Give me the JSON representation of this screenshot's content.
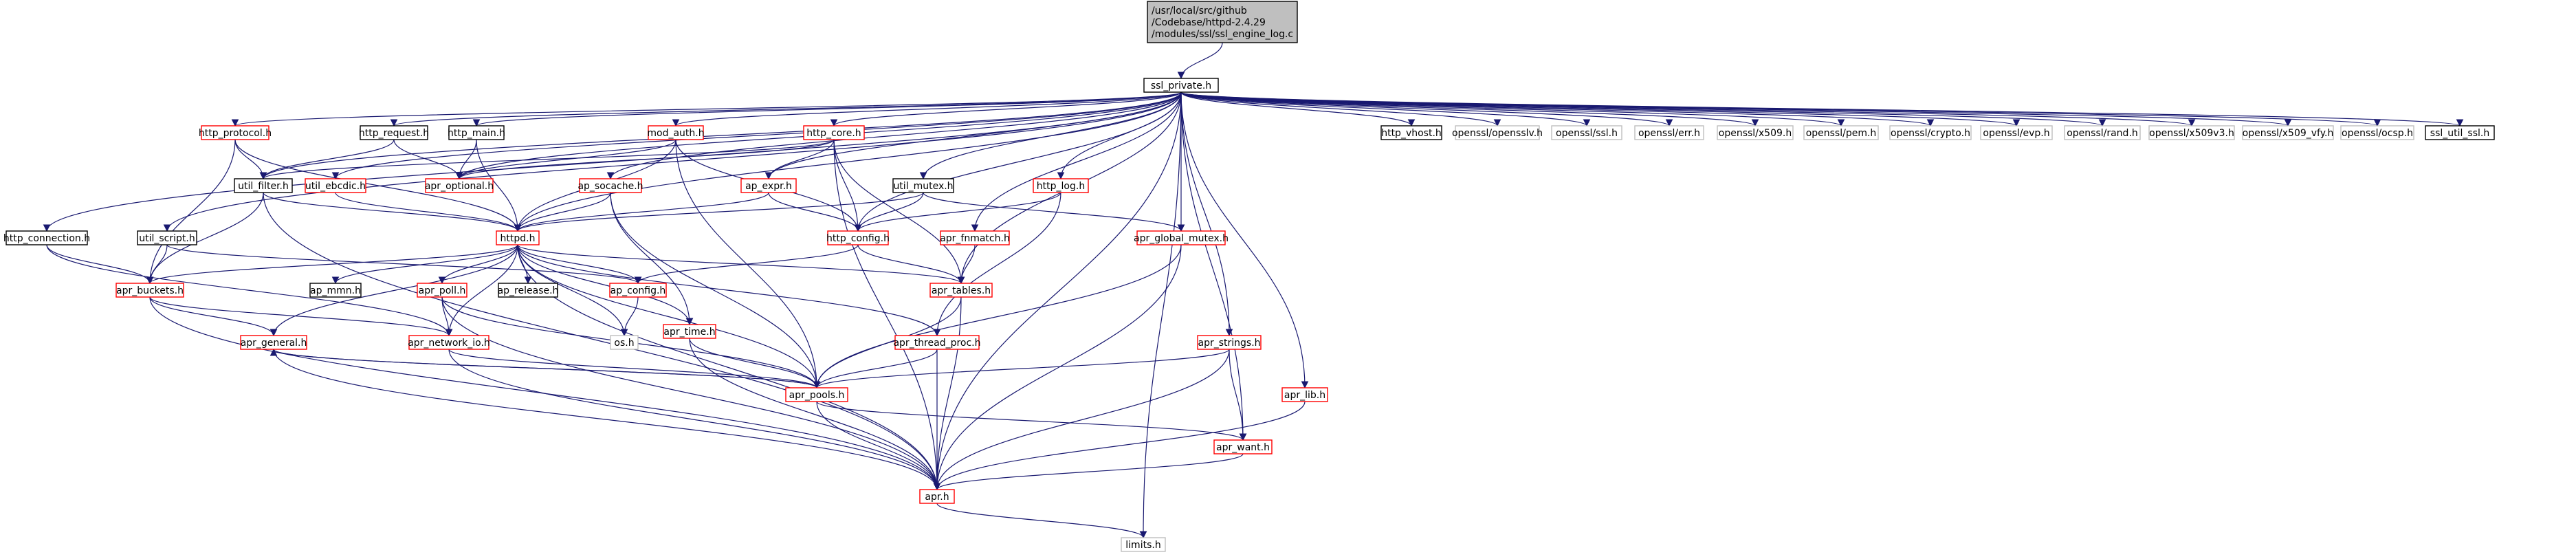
{
  "diagram": {
    "nodes": [
      {
        "id": "root",
        "lines": [
          "/usr/local/src/github",
          "/Codebase/httpd-2.4.29",
          "/modules/ssl/ssl_engine_log.c"
        ],
        "style": "root"
      },
      {
        "id": "ssl_private",
        "lines": [
          "ssl_private.h"
        ],
        "style": "black"
      },
      {
        "id": "http_protocol",
        "lines": [
          "http_protocol.h"
        ],
        "style": "red"
      },
      {
        "id": "http_request",
        "lines": [
          "http_request.h"
        ],
        "style": "black"
      },
      {
        "id": "http_main",
        "lines": [
          "http_main.h"
        ],
        "style": "black"
      },
      {
        "id": "mod_auth",
        "lines": [
          "mod_auth.h"
        ],
        "style": "red"
      },
      {
        "id": "http_core",
        "lines": [
          "http_core.h"
        ],
        "style": "red"
      },
      {
        "id": "http_vhost",
        "lines": [
          "http_vhost.h"
        ],
        "style": "black"
      },
      {
        "id": "opensslv",
        "lines": [
          "openssl/opensslv.h"
        ],
        "style": "grey"
      },
      {
        "id": "ossl_ssl",
        "lines": [
          "openssl/ssl.h"
        ],
        "style": "grey"
      },
      {
        "id": "ossl_err",
        "lines": [
          "openssl/err.h"
        ],
        "style": "grey"
      },
      {
        "id": "ossl_x509",
        "lines": [
          "openssl/x509.h"
        ],
        "style": "grey"
      },
      {
        "id": "ossl_pem",
        "lines": [
          "openssl/pem.h"
        ],
        "style": "grey"
      },
      {
        "id": "ossl_crypto",
        "lines": [
          "openssl/crypto.h"
        ],
        "style": "grey"
      },
      {
        "id": "ossl_evp",
        "lines": [
          "openssl/evp.h"
        ],
        "style": "grey"
      },
      {
        "id": "ossl_rand",
        "lines": [
          "openssl/rand.h"
        ],
        "style": "grey"
      },
      {
        "id": "ossl_x509v3",
        "lines": [
          "openssl/x509v3.h"
        ],
        "style": "grey"
      },
      {
        "id": "ossl_x509_vfy",
        "lines": [
          "openssl/x509_vfy.h"
        ],
        "style": "grey"
      },
      {
        "id": "ossl_ocsp",
        "lines": [
          "openssl/ocsp.h"
        ],
        "style": "grey"
      },
      {
        "id": "ssl_util_ssl",
        "lines": [
          "ssl_util_ssl.h"
        ],
        "style": "black"
      },
      {
        "id": "util_filter",
        "lines": [
          "util_filter.h"
        ],
        "style": "black"
      },
      {
        "id": "util_ebcdic",
        "lines": [
          "util_ebcdic.h"
        ],
        "style": "red"
      },
      {
        "id": "apr_optional",
        "lines": [
          "apr_optional.h"
        ],
        "style": "red"
      },
      {
        "id": "ap_expr",
        "lines": [
          "ap_expr.h"
        ],
        "style": "red"
      },
      {
        "id": "util_mutex",
        "lines": [
          "util_mutex.h"
        ],
        "style": "black"
      },
      {
        "id": "http_log",
        "lines": [
          "http_log.h"
        ],
        "style": "red"
      },
      {
        "id": "ap_socache",
        "lines": [
          "ap_socache.h"
        ],
        "style": "red"
      },
      {
        "id": "httpd",
        "lines": [
          "httpd.h"
        ],
        "style": "red"
      },
      {
        "id": "http_config",
        "lines": [
          "http_config.h"
        ],
        "style": "red"
      },
      {
        "id": "apr_fnmatch",
        "lines": [
          "apr_fnmatch.h"
        ],
        "style": "red"
      },
      {
        "id": "apr_global_mutex",
        "lines": [
          "apr_global_mutex.h"
        ],
        "style": "red"
      },
      {
        "id": "http_connection",
        "lines": [
          "http_connection.h"
        ],
        "style": "black"
      },
      {
        "id": "util_script",
        "lines": [
          "util_script.h"
        ],
        "style": "black"
      },
      {
        "id": "apr_buckets",
        "lines": [
          "apr_buckets.h"
        ],
        "style": "red"
      },
      {
        "id": "ap_mmn",
        "lines": [
          "ap_mmn.h"
        ],
        "style": "black"
      },
      {
        "id": "ap_release",
        "lines": [
          "ap_release.h"
        ],
        "style": "black"
      },
      {
        "id": "apr_poll",
        "lines": [
          "apr_poll.h"
        ],
        "style": "red"
      },
      {
        "id": "ap_config",
        "lines": [
          "ap_config.h"
        ],
        "style": "red"
      },
      {
        "id": "apr_tables",
        "lines": [
          "apr_tables.h"
        ],
        "style": "red"
      },
      {
        "id": "apr_general",
        "lines": [
          "apr_general.h"
        ],
        "style": "red"
      },
      {
        "id": "apr_network_io",
        "lines": [
          "apr_network_io.h"
        ],
        "style": "red"
      },
      {
        "id": "os",
        "lines": [
          "os.h"
        ],
        "style": "grey"
      },
      {
        "id": "apr_time",
        "lines": [
          "apr_time.h"
        ],
        "style": "red"
      },
      {
        "id": "apr_thread_proc",
        "lines": [
          "apr_thread_proc.h"
        ],
        "style": "red"
      },
      {
        "id": "apr_strings",
        "lines": [
          "apr_strings.h"
        ],
        "style": "red"
      },
      {
        "id": "apr_pools",
        "lines": [
          "apr_pools.h"
        ],
        "style": "red"
      },
      {
        "id": "apr_lib",
        "lines": [
          "apr_lib.h"
        ],
        "style": "red"
      },
      {
        "id": "apr_want",
        "lines": [
          "apr_want.h"
        ],
        "style": "red"
      },
      {
        "id": "apr",
        "lines": [
          "apr.h"
        ],
        "style": "red"
      },
      {
        "id": "limits",
        "lines": [
          "limits.h"
        ],
        "style": "grey"
      }
    ],
    "edges": [
      [
        "root",
        "ssl_private"
      ],
      [
        "ssl_private",
        "http_protocol"
      ],
      [
        "ssl_private",
        "http_request"
      ],
      [
        "ssl_private",
        "http_main"
      ],
      [
        "ssl_private",
        "mod_auth"
      ],
      [
        "ssl_private",
        "http_core"
      ],
      [
        "ssl_private",
        "http_vhost"
      ],
      [
        "ssl_private",
        "opensslv"
      ],
      [
        "ssl_private",
        "ossl_ssl"
      ],
      [
        "ssl_private",
        "ossl_err"
      ],
      [
        "ssl_private",
        "ossl_x509"
      ],
      [
        "ssl_private",
        "ossl_pem"
      ],
      [
        "ssl_private",
        "ossl_crypto"
      ],
      [
        "ssl_private",
        "ossl_evp"
      ],
      [
        "ssl_private",
        "ossl_rand"
      ],
      [
        "ssl_private",
        "ossl_x509v3"
      ],
      [
        "ssl_private",
        "ossl_x509_vfy"
      ],
      [
        "ssl_private",
        "ossl_ocsp"
      ],
      [
        "ssl_private",
        "ssl_util_ssl"
      ],
      [
        "ssl_private",
        "util_filter"
      ],
      [
        "ssl_private",
        "util_ebcdic"
      ],
      [
        "ssl_private",
        "apr_optional"
      ],
      [
        "ssl_private",
        "ap_expr"
      ],
      [
        "ssl_private",
        "util_mutex"
      ],
      [
        "ssl_private",
        "http_log"
      ],
      [
        "ssl_private",
        "ap_socache"
      ],
      [
        "ssl_private",
        "httpd"
      ],
      [
        "ssl_private",
        "http_config"
      ],
      [
        "ssl_private",
        "apr_fnmatch"
      ],
      [
        "ssl_private",
        "apr_global_mutex"
      ],
      [
        "ssl_private",
        "http_connection"
      ],
      [
        "ssl_private",
        "util_script"
      ],
      [
        "ssl_private",
        "apr_tables"
      ],
      [
        "ssl_private",
        "apr_strings"
      ],
      [
        "ssl_private",
        "apr_lib"
      ],
      [
        "ssl_private",
        "apr_want"
      ],
      [
        "ssl_private",
        "apr"
      ],
      [
        "ssl_private",
        "limits"
      ],
      [
        "http_protocol",
        "util_filter"
      ],
      [
        "http_protocol",
        "httpd"
      ],
      [
        "http_protocol",
        "apr_buckets"
      ],
      [
        "http_request",
        "util_filter"
      ],
      [
        "http_request",
        "apr_optional"
      ],
      [
        "http_main",
        "httpd"
      ],
      [
        "http_main",
        "apr_optional"
      ],
      [
        "mod_auth",
        "apr_optional"
      ],
      [
        "mod_auth",
        "http_config"
      ],
      [
        "mod_auth",
        "httpd"
      ],
      [
        "mod_auth",
        "apr_pools"
      ],
      [
        "http_core",
        "apr_optional"
      ],
      [
        "http_core",
        "ap_expr"
      ],
      [
        "http_core",
        "http_config"
      ],
      [
        "http_core",
        "apr_tables"
      ],
      [
        "http_core",
        "apr"
      ],
      [
        "http_core",
        "util_filter"
      ],
      [
        "util_filter",
        "httpd"
      ],
      [
        "util_filter",
        "apr_buckets"
      ],
      [
        "util_filter",
        "apr"
      ],
      [
        "util_ebcdic",
        "httpd"
      ],
      [
        "ap_expr",
        "httpd"
      ],
      [
        "ap_expr",
        "http_config"
      ],
      [
        "util_mutex",
        "httpd"
      ],
      [
        "util_mutex",
        "http_config"
      ],
      [
        "util_mutex",
        "apr_global_mutex"
      ],
      [
        "http_log",
        "http_config"
      ],
      [
        "http_log",
        "apr_thread_proc"
      ],
      [
        "ap_socache",
        "httpd"
      ],
      [
        "ap_socache",
        "apr_pools"
      ],
      [
        "ap_socache",
        "apr_time"
      ],
      [
        "httpd",
        "ap_config"
      ],
      [
        "httpd",
        "ap_mmn"
      ],
      [
        "httpd",
        "ap_release"
      ],
      [
        "httpd",
        "apr_poll"
      ],
      [
        "httpd",
        "apr_tables"
      ],
      [
        "httpd",
        "apr_buckets"
      ],
      [
        "httpd",
        "apr_general"
      ],
      [
        "httpd",
        "apr_network_io"
      ],
      [
        "httpd",
        "apr_time"
      ],
      [
        "httpd",
        "apr_thread_proc"
      ],
      [
        "httpd",
        "apr_pools"
      ],
      [
        "httpd",
        "apr"
      ],
      [
        "httpd",
        "os"
      ],
      [
        "http_config",
        "apr_tables"
      ],
      [
        "http_config",
        "ap_config"
      ],
      [
        "apr_fnmatch",
        "apr_tables"
      ],
      [
        "apr_global_mutex",
        "apr_pools"
      ],
      [
        "apr_global_mutex",
        "apr"
      ],
      [
        "http_connection",
        "apr_buckets"
      ],
      [
        "http_connection",
        "apr_network_io"
      ],
      [
        "util_script",
        "apr_buckets"
      ],
      [
        "util_script",
        "ap_config"
      ],
      [
        "apr_buckets",
        "apr_general"
      ],
      [
        "apr_buckets",
        "apr_network_io"
      ],
      [
        "apr_buckets",
        "apr"
      ],
      [
        "apr_poll",
        "apr_network_io"
      ],
      [
        "apr_poll",
        "apr_pools"
      ],
      [
        "apr_poll",
        "apr"
      ],
      [
        "ap_config",
        "os"
      ],
      [
        "apr_tables",
        "apr_pools"
      ],
      [
        "apr_tables",
        "apr"
      ],
      [
        "apr_general",
        "apr_pools"
      ],
      [
        "apr_general",
        "apr"
      ],
      [
        "apr_network_io",
        "apr_pools"
      ],
      [
        "apr_network_io",
        "apr"
      ],
      [
        "apr_time",
        "apr_pools"
      ],
      [
        "apr_time",
        "apr"
      ],
      [
        "apr_thread_proc",
        "apr_pools"
      ],
      [
        "apr_thread_proc",
        "apr"
      ],
      [
        "apr_strings",
        "apr_pools"
      ],
      [
        "apr_strings",
        "apr_want"
      ],
      [
        "apr_strings",
        "apr"
      ],
      [
        "apr_pools",
        "apr_general"
      ],
      [
        "apr_pools",
        "apr_want"
      ],
      [
        "apr_pools",
        "apr"
      ],
      [
        "apr_lib",
        "apr"
      ],
      [
        "apr_want",
        "apr"
      ],
      [
        "apr",
        "limits"
      ]
    ]
  }
}
